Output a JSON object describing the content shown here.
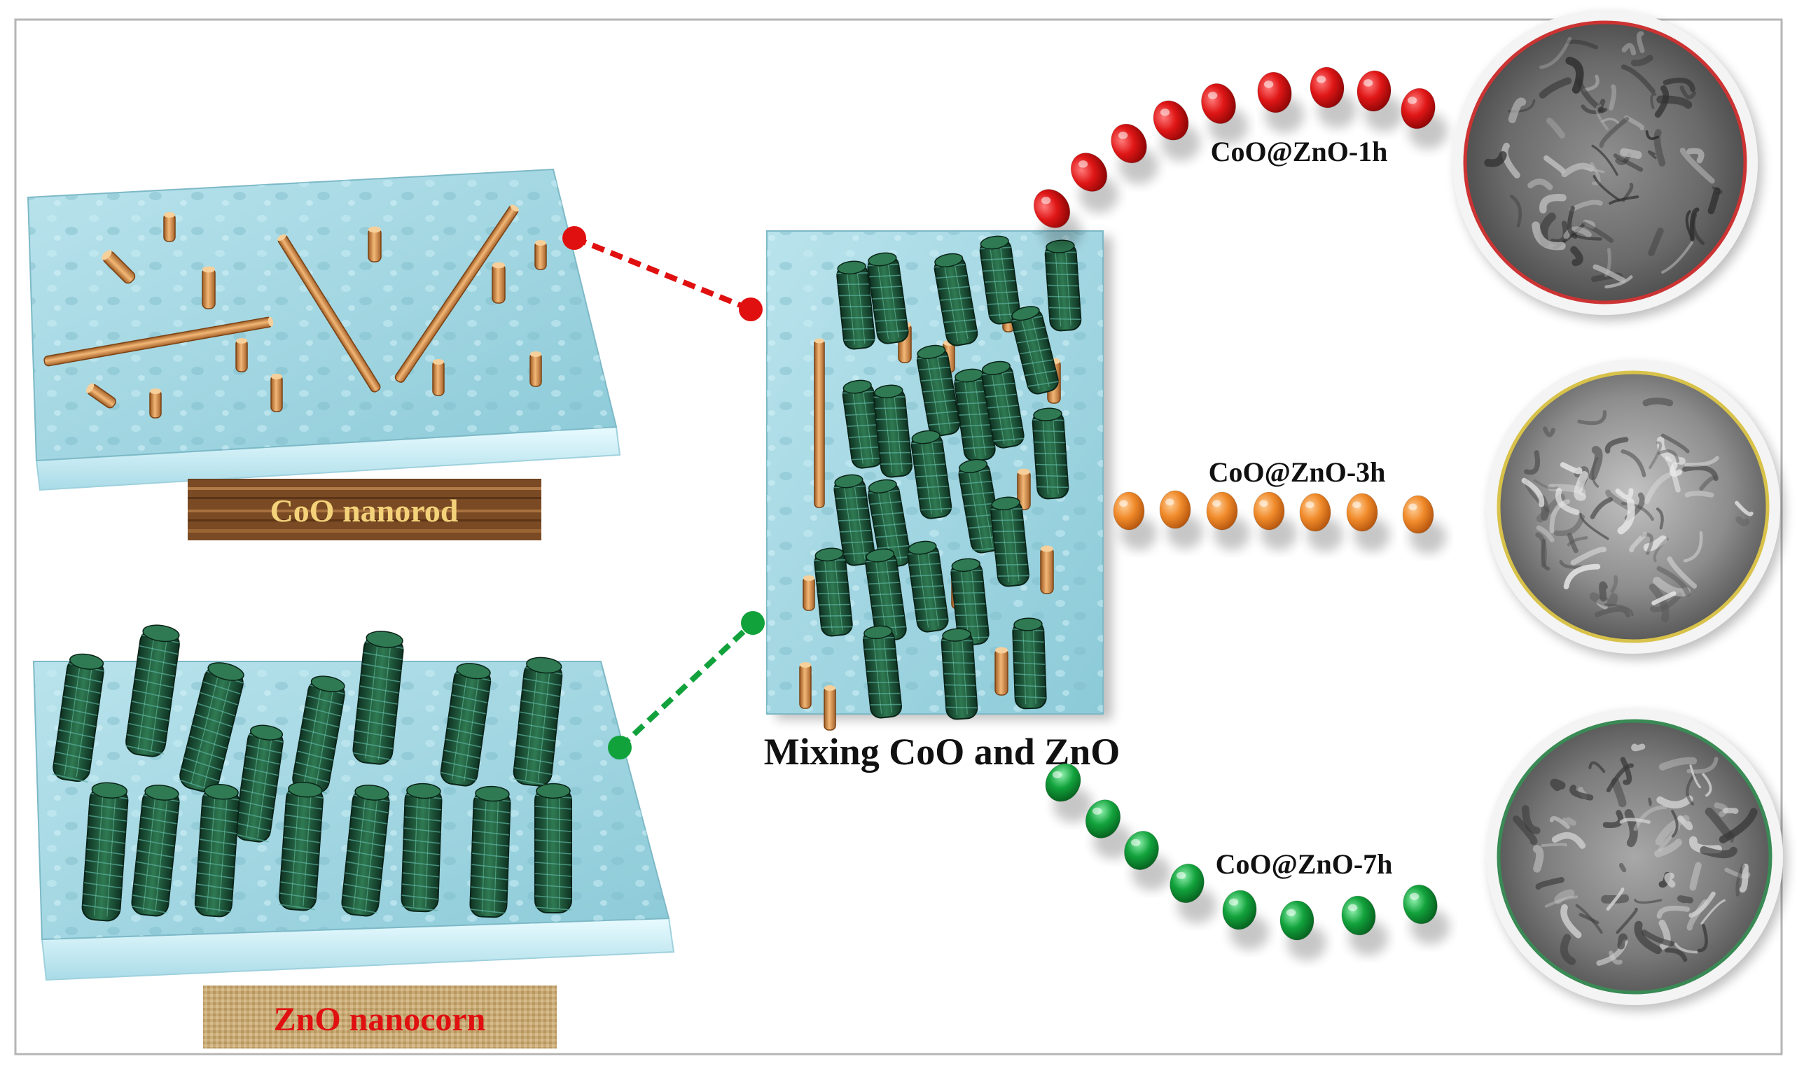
{
  "labels": {
    "coo": "CoO nanorod",
    "zno": "ZnO nanocorn",
    "mixing": "Mixing CoO and ZnO",
    "sample_1h": "CoO@ZnO-1h",
    "sample_3h": "CoO@ZnO-3h",
    "sample_7h": "CoO@ZnO-7h"
  },
  "colors": {
    "substrate_top": "#9fd4df",
    "substrate_edge": "#cdeff6",
    "rod_orange": "#d8924c",
    "corn_green": "#1f5a3a",
    "bead_red": "#dd1111",
    "bead_orange": "#f08a2a",
    "bead_green": "#12a23c",
    "ring_red": "#cc3333",
    "ring_yellow": "#d8c24a",
    "ring_green": "#3a8a55",
    "label_coo_text": "#f3d27a",
    "label_zno_text": "#e01010"
  }
}
